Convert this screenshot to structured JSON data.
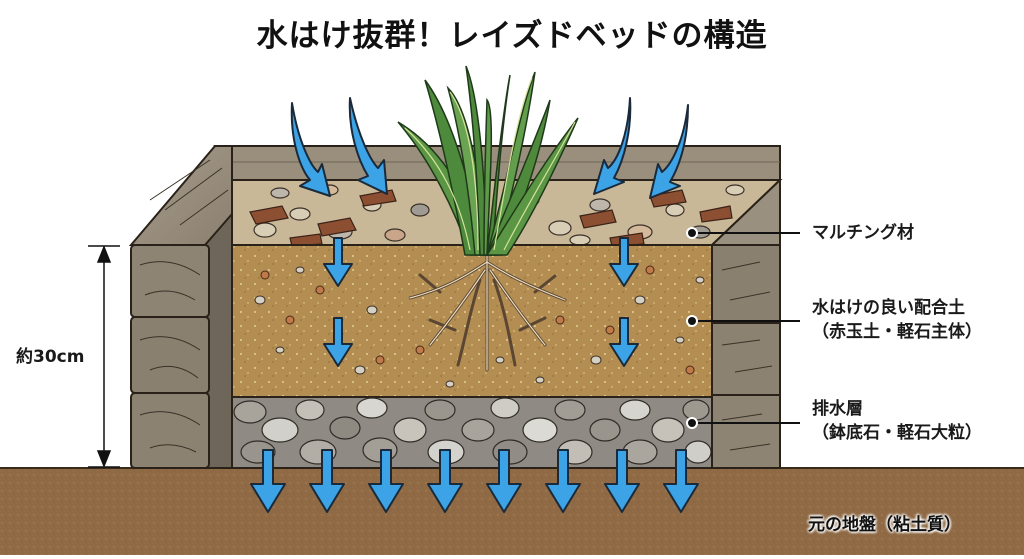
{
  "title": "水はけ抜群！レイズドベッドの構造",
  "dimension": {
    "label": "約30cm",
    "meaning": "raised bed height"
  },
  "layers": [
    {
      "id": "mulch",
      "label": "マルチング材",
      "sublabel": "",
      "color": "#b9a888"
    },
    {
      "id": "soil",
      "label": "水はけの良い配合土",
      "sublabel": "（赤玉土・軽石主体）",
      "color": "#b08a50"
    },
    {
      "id": "drainage",
      "label": "排水層",
      "sublabel": "（鉢底石・軽石大粒）",
      "color": "#a9a59c"
    }
  ],
  "ground": {
    "label": "元の地盤（粘土質）",
    "color": "#8f6a45"
  },
  "colors": {
    "arrow": "#3ba3e6",
    "arrow_outline": "#1b2a3a",
    "wood": "#8a7e6e",
    "wood_light": "#a59a88",
    "plant": "#4f8a3c",
    "plant_light": "#c8d98a",
    "background": "#ffffff"
  },
  "icons": {
    "water_arrow": "downward-blue-arrow",
    "leader_dot": "black-dot-callout"
  }
}
